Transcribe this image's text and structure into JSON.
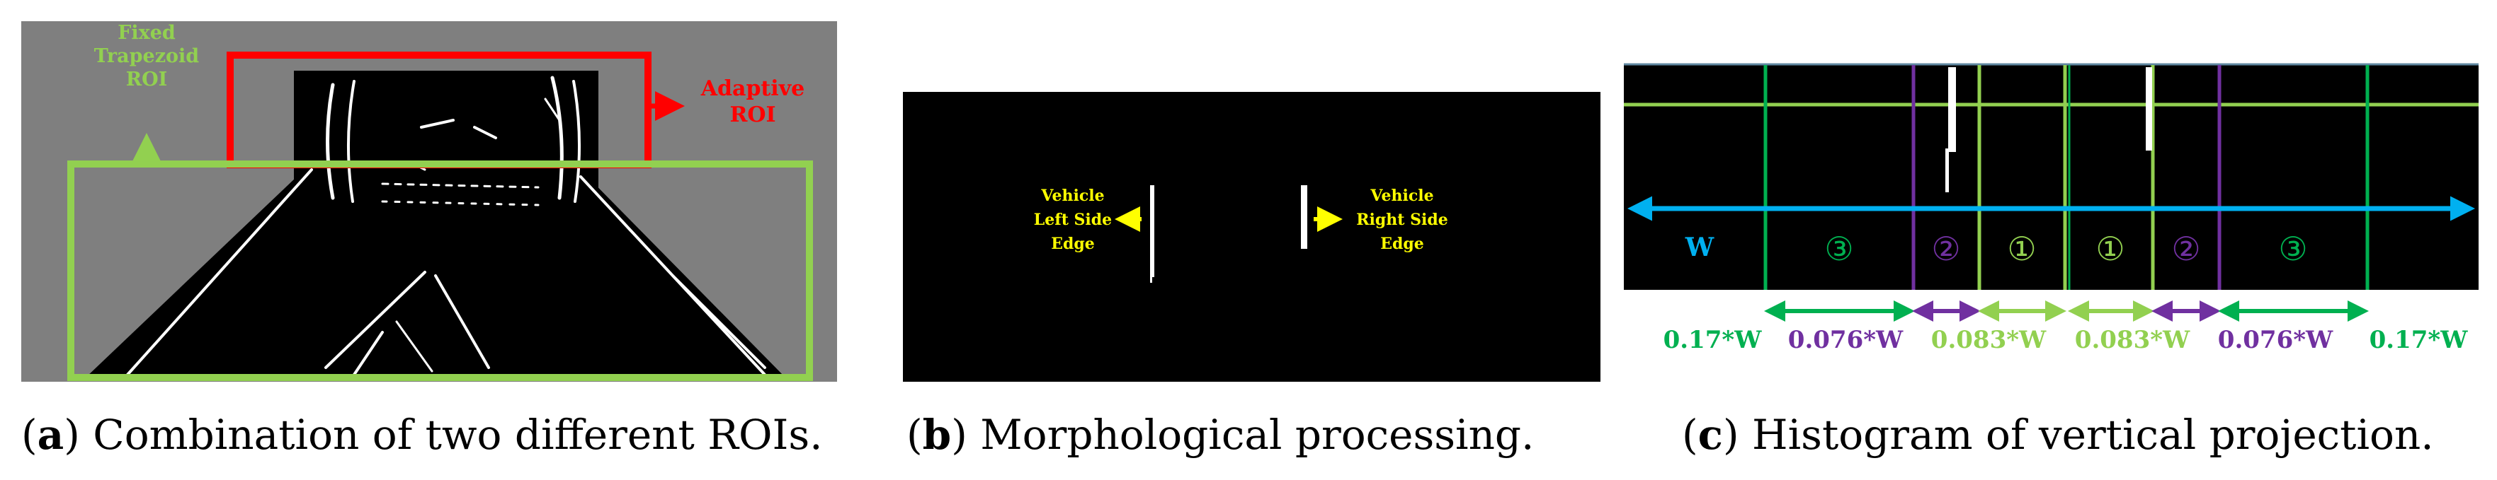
{
  "panel_a": {
    "fixed_label": [
      "Fixed",
      "Trapezoid",
      "ROI"
    ],
    "adaptive_label": [
      "Adaptive",
      "ROI"
    ],
    "caption_letter": "a",
    "caption_text": " Combination of two different ROIs.",
    "colors": {
      "fixed": "#92d050",
      "adaptive": "#ff0000",
      "background": "#7f7f7f"
    }
  },
  "panel_b": {
    "left_label": [
      "Vehicle",
      "Left Side",
      "Edge"
    ],
    "right_label": [
      "Vehicle",
      "Right Side",
      "Edge"
    ],
    "caption_letter": "b",
    "caption_text": " Morphological processing.",
    "colors": {
      "label": "#ffff00"
    }
  },
  "panel_c": {
    "width_label": "W",
    "zones": [
      "③",
      "②",
      "①",
      "①",
      "②",
      "③"
    ],
    "ratios": [
      "0.17*W",
      "0.076*W",
      "0.083*W",
      "0.083*W",
      "0.076*W",
      "0.17*W"
    ],
    "caption_letter": "c",
    "caption_text": " Histogram of vertical projection.",
    "colors": {
      "zone3": "#00b050",
      "zone2": "#7030a0",
      "zone1": "#92d050",
      "width_arrow": "#00b0f0"
    }
  }
}
